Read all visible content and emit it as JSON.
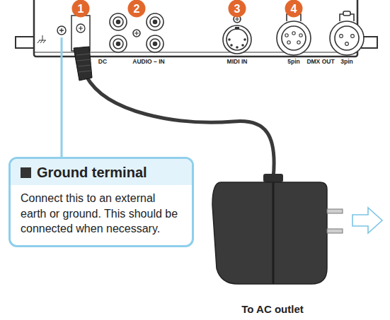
{
  "diagram": {
    "nodes": [
      {
        "text": [
          "Ground terminal",
          "Connect this to an external earth or ground. This should be connected when necessary."
        ]
      }
    ],
    "labels": [
      "1",
      "2",
      "3",
      "4",
      "DC",
      "AUDIO – IN",
      "MIDI IN",
      "5pin",
      "DMX OUT",
      "3pin",
      "To AC outlet"
    ]
  }
}
